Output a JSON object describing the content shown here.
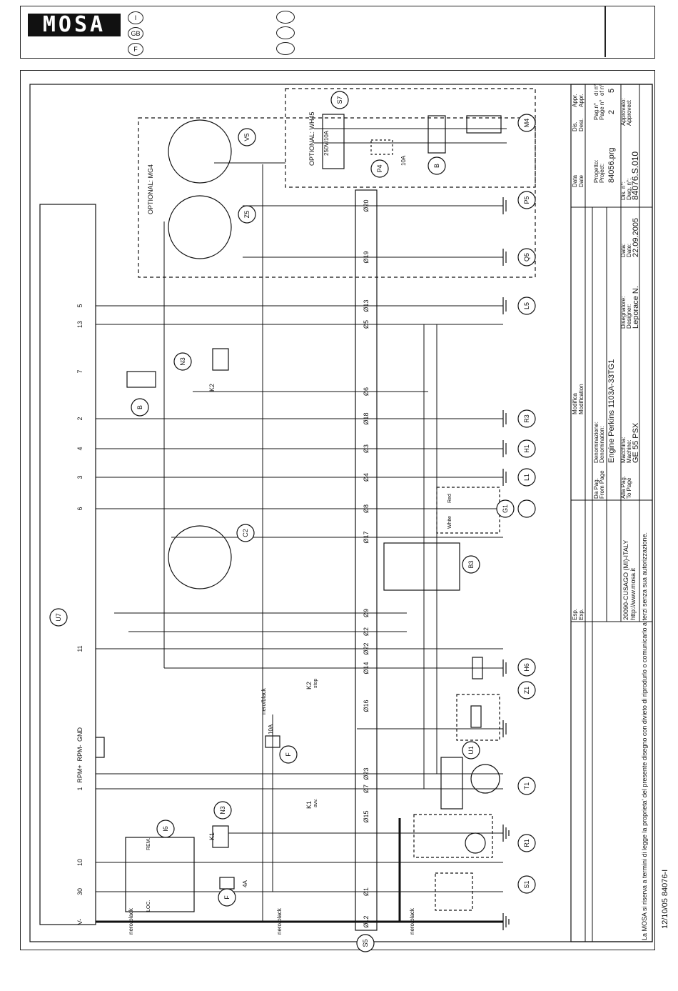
{
  "header": {
    "brand": "MOSA",
    "languages": [
      "I",
      "GB",
      "F"
    ]
  },
  "side_code": "12/10/05  84076-I",
  "diagram": {
    "optional_labels": [
      "OPTIONAL: MG4",
      "OPTIONAL: WH45"
    ],
    "wh45_rating": "250V/10A",
    "fuse_rating_10a": "10A",
    "fuse_rating_4a": "4A",
    "wire_black": "nero/black",
    "relay_k1": "K1",
    "relay_k1_sub": "avv.",
    "relay_k2": "K2",
    "relay_k2_sub": "stop",
    "loc": "LOC.",
    "rem": "REM.",
    "white": "White",
    "red": "Red",
    "u7_pins": [
      "V-",
      "30",
      "10",
      "1",
      "RPM+",
      "RPM-",
      "GND",
      "11",
      "6",
      "3",
      "4",
      "2",
      "7",
      "13",
      "5"
    ],
    "components": [
      "U7",
      "S5",
      "S1",
      "R1",
      "T1",
      "U1",
      "Z1",
      "H6",
      "B3",
      "G1",
      "L1",
      "H1",
      "R3",
      "L5",
      "Q5",
      "P5",
      "M4",
      "P4",
      "S7",
      "V5",
      "Z5",
      "C2",
      "N3",
      "B",
      "F",
      "I6"
    ],
    "terminals": [
      "Ø12",
      "Ø1",
      "Ø15",
      "Ø7",
      "Ø23",
      "Ø16",
      "Ø14",
      "Ø22",
      "Ø2",
      "Ø9",
      "Ø17",
      "Ø8",
      "Ø4",
      "Ø3",
      "Ø18",
      "Ø6",
      "Ø5",
      "Ø13",
      "Ø19",
      "Ø20"
    ]
  },
  "title_block": {
    "esp": "Esp.",
    "exp": "Exp.",
    "modifica": "Modifica",
    "modification": "Modification",
    "data": "Data",
    "date": "Date",
    "dis": "Dis.",
    "desi": "Desi.",
    "appr": "Appr.",
    "appr2": "Appr.",
    "company_address": "20090-CUSAGO (MI)-ITALY",
    "company_web": "http://www.mosa.it",
    "da_pag": "Da Pag.",
    "from_page": "From Page",
    "alla_pag": "Alla Pag.",
    "to_page": "To Page",
    "denominazione_label": "Denominazione:",
    "denomination_label": "Denomination:",
    "denomination": "Engine Perkins 1103A-33TG1",
    "macchina_label": "Macchina:",
    "machine_label": "Machine:",
    "machine": "GE 55 PSX",
    "progetto_label": "Progetto:",
    "project_label": "Project:",
    "project": "84056.prg",
    "disegnatore_label": "Disegnatore:",
    "designer_label": "Designer:",
    "designer": "Leporace N.",
    "data_label": "Data:",
    "date_label": "Date:",
    "date_value": "22.09.2005",
    "dis_n_label": "Dis. n°:",
    "dwg_n_label": "Dwg. n°:",
    "drawing_number": "84076.S.010",
    "pag_n_label": "Pag.n°",
    "page_n_label": "Page n°",
    "page": "2",
    "di_n_label": "di n°",
    "of_n_label": "of n°",
    "of_pages": "5",
    "approvato_label": "Approvato:",
    "approved_label": "Approved:",
    "notice": "La MOSA si riserva a termini di legge la proprieta' del presente disegno con divieto di riprodurlo o comunicarlo a terzi senza sua autorizzazione."
  }
}
